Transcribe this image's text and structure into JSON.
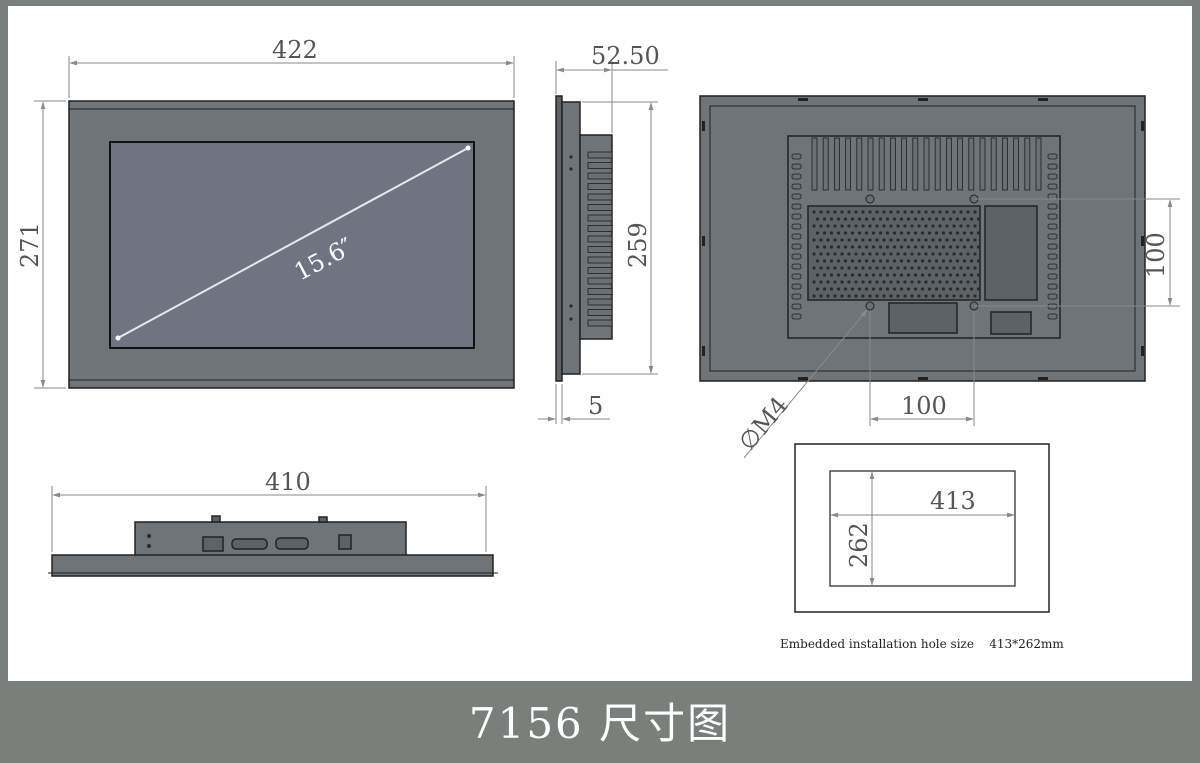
{
  "footer": {
    "title": "7156 尺寸图"
  },
  "front_view": {
    "width_dim": "422",
    "height_dim": "271",
    "diagonal": "15.6″"
  },
  "side_view": {
    "depth_dim": "52.50",
    "height_dim": "259",
    "bezel_dim": "5"
  },
  "back_view": {
    "vesa_horizontal": "100",
    "vesa_vertical": "100",
    "screw": "∅M4"
  },
  "bottom_view": {
    "width_dim": "410"
  },
  "cutout": {
    "width_dim": "413",
    "height_dim": "262",
    "caption_label": "Embedded installation hole size",
    "caption_value": "413*262mm"
  }
}
